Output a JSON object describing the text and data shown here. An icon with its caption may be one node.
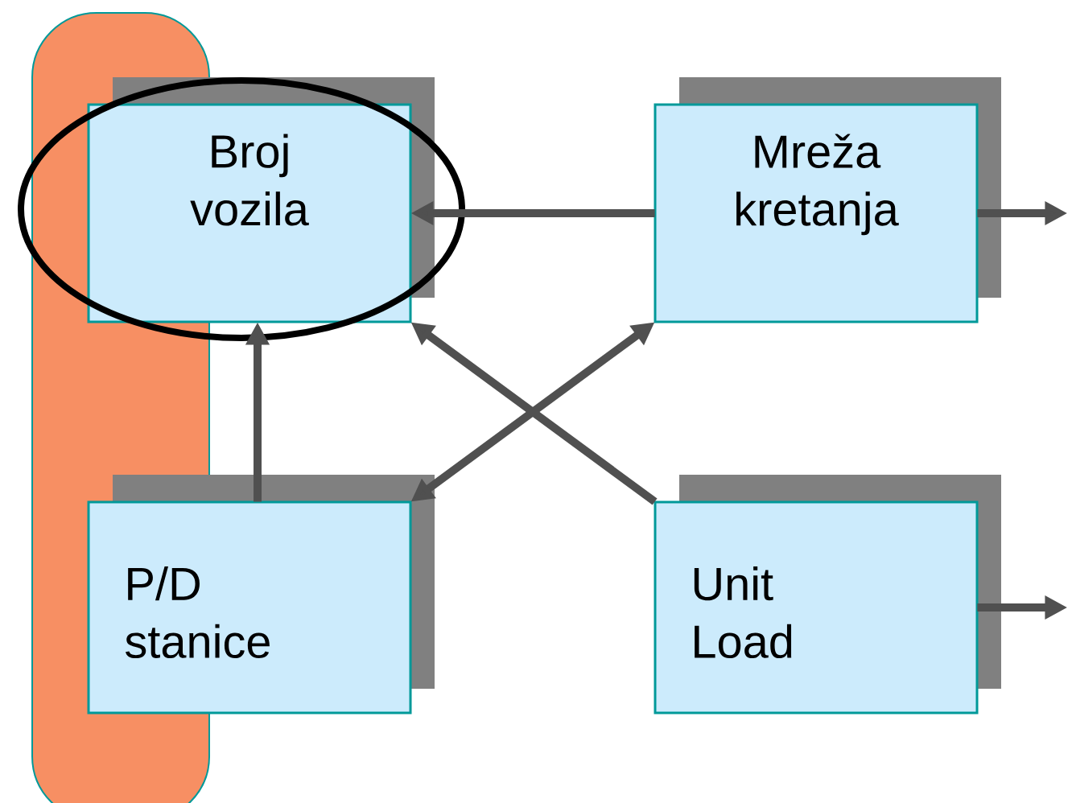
{
  "diagram": {
    "nodes": [
      {
        "text": [
          "Broj vozila"
        ]
      },
      {
        "text": [
          "Mreža kretanja"
        ]
      },
      {
        "text": [
          "P/D stanice"
        ]
      },
      {
        "text": [
          "Unit Load"
        ]
      }
    ],
    "edges": [
      {
        "from": 1,
        "to": 0,
        "arrow": "to"
      },
      {
        "from": 2,
        "to": 1,
        "arrow": "both"
      },
      {
        "from": 3,
        "to": 0,
        "arrow": "to"
      },
      {
        "from": 2,
        "to": 0,
        "arrow": "to"
      },
      {
        "from": 1,
        "to": null,
        "arrow": "to"
      },
      {
        "from": 3,
        "to": null,
        "arrow": "to"
      }
    ]
  }
}
